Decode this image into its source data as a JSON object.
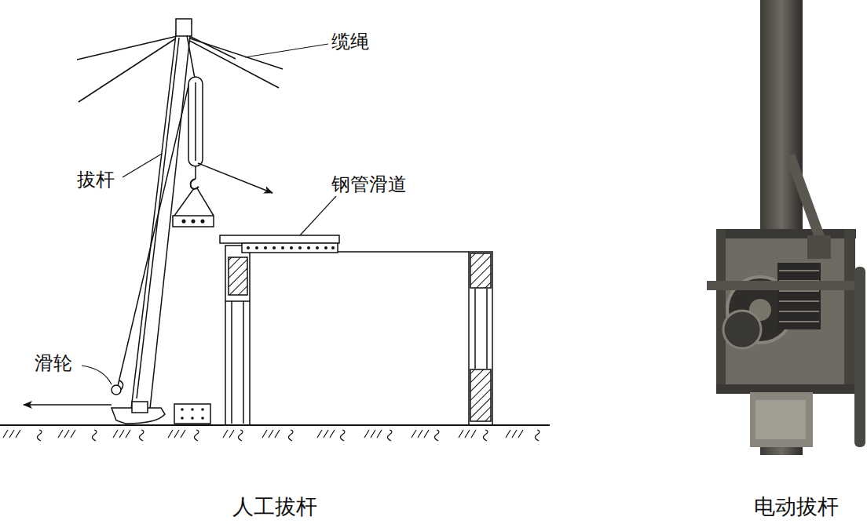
{
  "diagram": {
    "labels": [
      "缆绳",
      "拔杆",
      "钢管滑道",
      "滑轮",
      "人工拔杆",
      "电动拔杆"
    ]
  }
}
